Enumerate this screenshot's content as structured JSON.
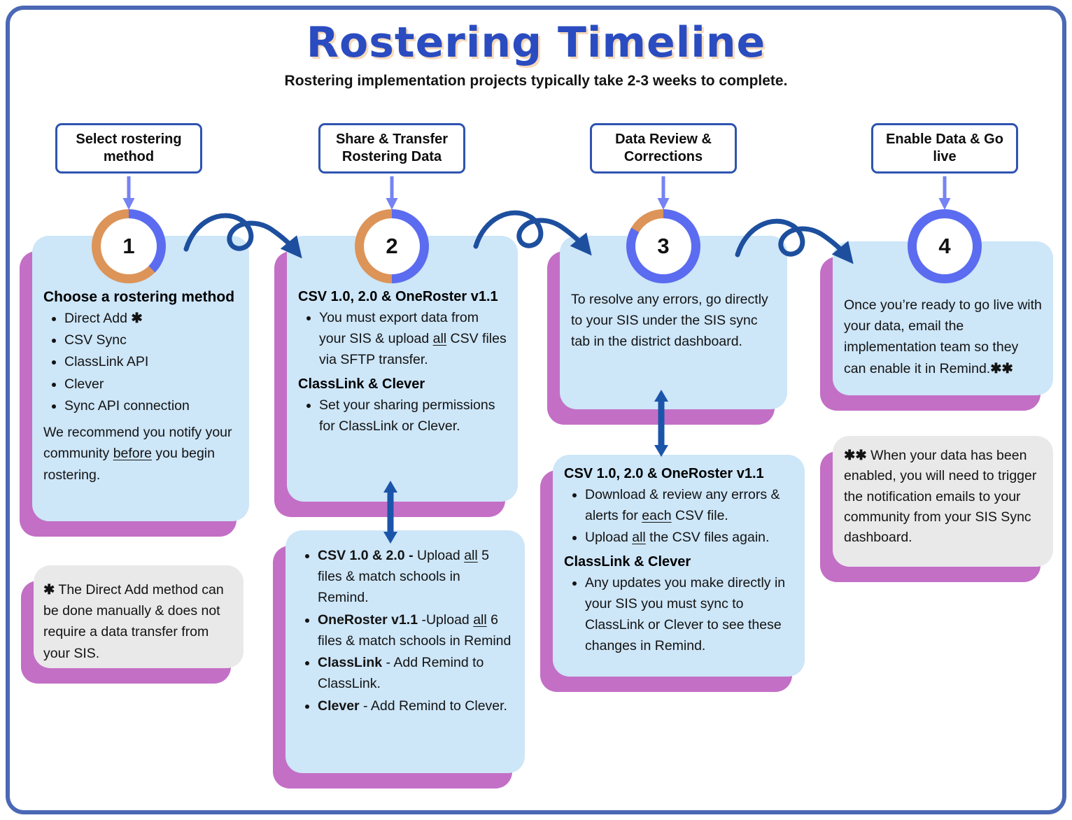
{
  "title": "Rostering Timeline",
  "subtitle": "Rostering implementation projects typically take 2-3 weeks to complete.",
  "colors": {
    "card_blue": "#cde6f8",
    "shadow_pink": "#c36fc6",
    "ring_blue": "#5b6cf0",
    "ring_orange": "#dd9458",
    "arrow_dark": "#1d4f9e",
    "arrow_light": "#7583f3",
    "title_blue": "#2a4cc0",
    "title_shadow": "#f6d9bb",
    "frame_border": "#4a68b4",
    "box_border": "#2e54b0",
    "note_gray": "#e9e9e9"
  },
  "steps": [
    {
      "number": "1",
      "label": "Select rostering method",
      "ring_blue_deg": 135
    },
    {
      "number": "2",
      "label": "Share & Transfer Rostering Data",
      "ring_blue_deg": 180
    },
    {
      "number": "3",
      "label": "Data Review & Corrections",
      "ring_blue_deg": 300
    },
    {
      "number": "4",
      "label": "Enable Data & Go live",
      "ring_blue_deg": 360
    }
  ],
  "cards": {
    "step1": {
      "heading": "Choose a rostering method",
      "bullets": [
        "Direct Add **✱**",
        "CSV Sync",
        "ClassLink API",
        "Clever",
        "Sync API connection"
      ],
      "footer": "We recommend you notify your community __before__ you begin rostering."
    },
    "step1_note": "**✱** The Direct Add method can be done manually & does not require a data transfer from your SIS.",
    "step2": {
      "heading1": "CSV 1.0, 2.0 & OneRoster v1.1",
      "bullets1": [
        "You must export data from your SIS & upload __all__ CSV files via SFTP transfer."
      ],
      "heading2": "ClassLink & Clever",
      "bullets2": [
        "Set your sharing permissions for ClassLink or Clever."
      ]
    },
    "step2_detail": {
      "bullets": [
        "**CSV 1.0 & 2.0 -** Upload __all__ 5 files & match schools in Remind.",
        "**OneRoster v1.1** -Upload __all__ 6 files & match schools in Remind",
        "**ClassLink** - Add Remind to ClassLink.",
        "**Clever** - Add Remind to Clever."
      ]
    },
    "step3": {
      "text": "To resolve any errors, go directly to your SIS under the SIS sync tab in the district dashboard."
    },
    "step3_detail": {
      "heading1": "CSV 1.0, 2.0 & OneRoster v1.1",
      "bullets1": [
        "Download & review any errors & alerts for __each__ CSV file.",
        "Upload __all__ the CSV files again."
      ],
      "heading2": "ClassLink & Clever",
      "bullets2": [
        "Any updates you make directly in your SIS you must sync to ClassLink or Clever to see these changes in Remind."
      ]
    },
    "step4": {
      "text": "Once you’re ready to go live with your data, email the implementation team so they can enable it in Remind.**✱✱**"
    },
    "step4_note": "**✱✱**  When your data has been enabled, you will need to trigger the notification emails to your community from your SIS Sync dashboard."
  }
}
